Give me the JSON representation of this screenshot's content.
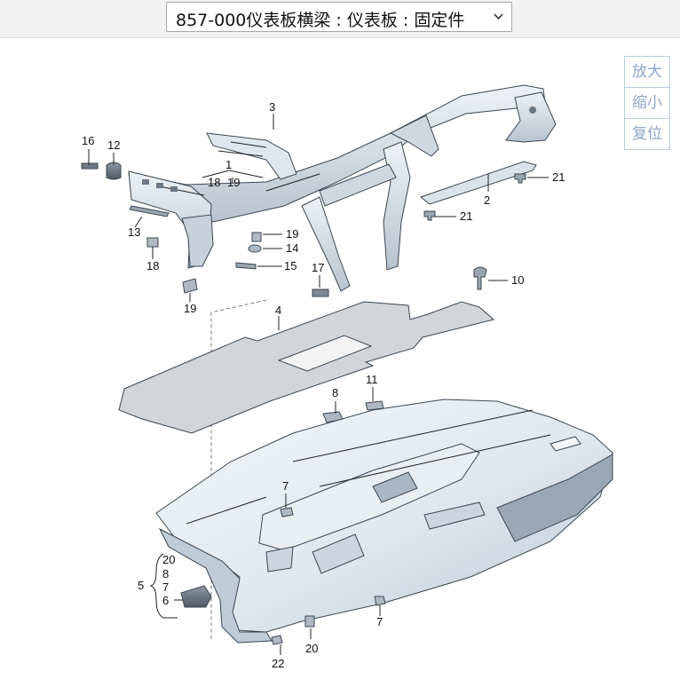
{
  "header": {
    "dropdown_value": "857-000仪表板横梁 : 仪表板 : 固定件"
  },
  "zoom": {
    "zoom_in": "放大",
    "zoom_out": "缩小",
    "reset": "复位"
  },
  "callouts": {
    "c1": "1",
    "c18a": "18",
    "c19a": "19",
    "c2": "2",
    "c3": "3",
    "c4": "4",
    "c5": "5",
    "c6": "6",
    "c7a": "7",
    "c7b": "7",
    "c7c": "7",
    "c8a": "8",
    "c8b": "8",
    "c10": "10",
    "c11": "11",
    "c12": "12",
    "c13": "13",
    "c14": "14",
    "c15": "15",
    "c16": "16",
    "c17": "17",
    "c18b": "18",
    "c19b": "19",
    "c19c": "19",
    "c20a": "20",
    "c20b": "20",
    "c21a": "21",
    "c21b": "21",
    "c22": "22"
  }
}
